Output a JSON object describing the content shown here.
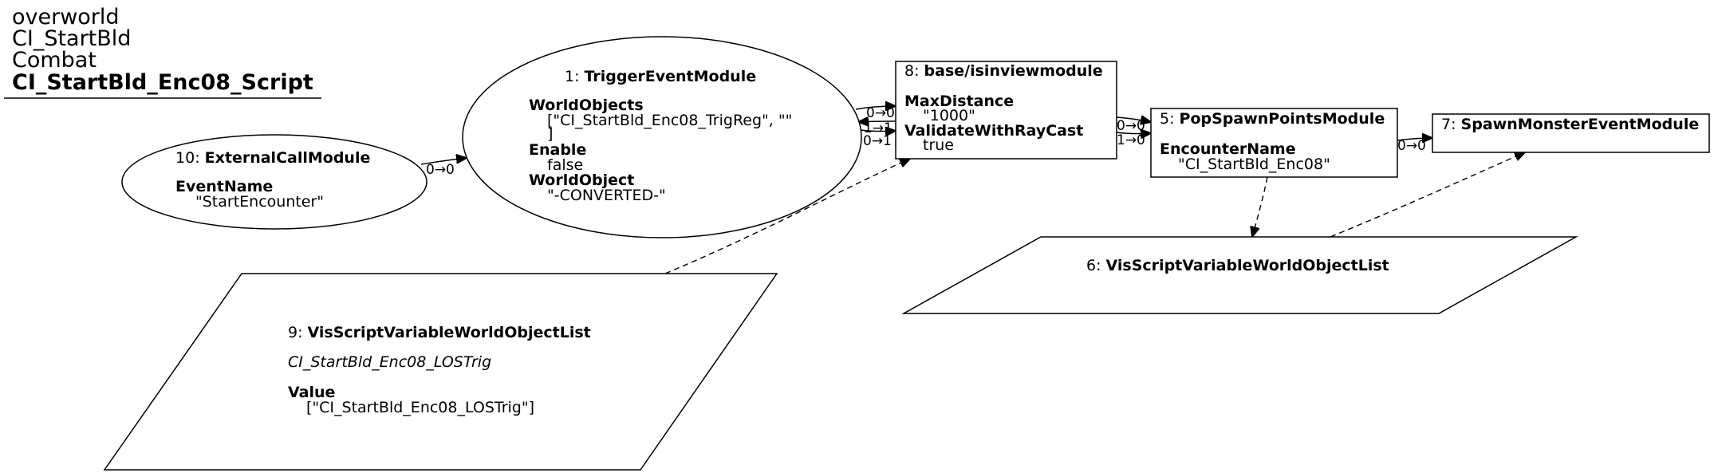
{
  "header": {
    "lines": [
      "overworld",
      "CI_StartBld",
      "Combat"
    ],
    "script_name": "CI_StartBld_Enc08_Script"
  },
  "nodes": {
    "n10": {
      "id": "10",
      "type": "ExternalCallModule",
      "fields": [
        {
          "name": "EventName",
          "values": [
            "\"StartEncounter\""
          ]
        }
      ]
    },
    "n1": {
      "id": "1",
      "type": "TriggerEventModule",
      "fields": [
        {
          "name": "WorldObjects",
          "values": [
            "[\"CI_StartBld_Enc08_TrigReg\", \"\"",
            "]"
          ]
        },
        {
          "name": "Enable",
          "values": [
            "false"
          ]
        },
        {
          "name": "WorldObject",
          "values": [
            "\"-CONVERTED-\""
          ]
        }
      ]
    },
    "n8": {
      "id": "8",
      "type": "base/isinviewmodule",
      "fields": [
        {
          "name": "MaxDistance",
          "values": [
            "\"1000\""
          ]
        },
        {
          "name": "ValidateWithRayCast",
          "values": [
            "true"
          ]
        }
      ]
    },
    "n5": {
      "id": "5",
      "type": "PopSpawnPointsModule",
      "fields": [
        {
          "name": "EncounterName",
          "values": [
            "\"CI_StartBld_Enc08\""
          ]
        }
      ]
    },
    "n7": {
      "id": "7",
      "type": "SpawnMonsterEventModule",
      "fields": []
    },
    "n6": {
      "id": "6",
      "type": "VisScriptVariableWorldObjectList",
      "fields": []
    },
    "n9": {
      "id": "9",
      "type": "VisScriptVariableWorldObjectList",
      "subtitle": "CI_StartBld_Enc08_LOSTrig",
      "fields": [
        {
          "name": "Value",
          "values": [
            "[\"CI_StartBld_Enc08_LOSTrig\"]"
          ]
        }
      ]
    }
  },
  "edges": [
    {
      "from": "10",
      "to": "1",
      "label": "0→0"
    },
    {
      "from": "1",
      "to": "8",
      "label": "0→0"
    },
    {
      "from": "8",
      "to": "1",
      "label": "1→1"
    },
    {
      "from": "1",
      "to": "8",
      "label": "0→1"
    },
    {
      "from": "8",
      "to": "5",
      "label": "0→0"
    },
    {
      "from": "8",
      "to": "5",
      "label": "1→0"
    },
    {
      "from": "5",
      "to": "7",
      "label": "0→0"
    },
    {
      "from": "9",
      "to": "8",
      "label": ""
    },
    {
      "from": "5",
      "to": "6",
      "label": ""
    },
    {
      "from": "6",
      "to": "7",
      "label": ""
    }
  ],
  "colors": {
    "stroke": "#000000",
    "background": "#ffffff"
  }
}
